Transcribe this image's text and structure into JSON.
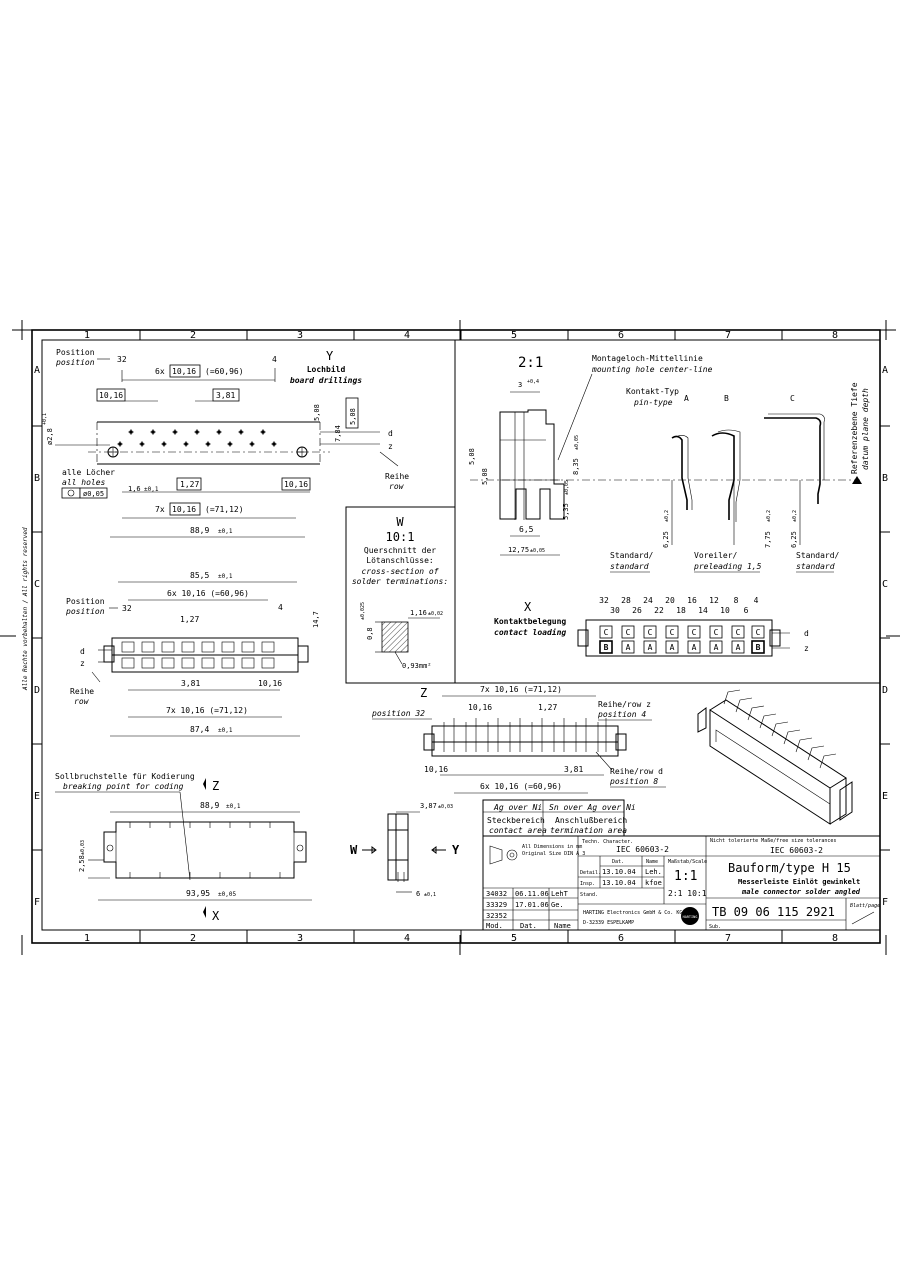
{
  "frame": {
    "columns": [
      "1",
      "2",
      "3",
      "4",
      "5",
      "6",
      "7",
      "8"
    ],
    "rows": [
      "A",
      "B",
      "C",
      "D",
      "E",
      "F"
    ],
    "side_note": "Alle Rechte vorbehalten / All rights reserved"
  },
  "view_y": {
    "title": "Y",
    "label_de": "Lochbild",
    "label_en": "board drillings",
    "position_de": "Position",
    "position_en": "position",
    "pos_32": "32",
    "pos_4": "4",
    "dim_6x": "6x",
    "dim_1016": "10,16",
    "dim_6096": "(=60,96)",
    "dim_381": "3,81",
    "dim_1016b": "10,16",
    "dim_diam": "ø2,8",
    "dim_diam_tol": "+0,1",
    "holes_de": "alle Löcher",
    "holes_en": "all holes",
    "tol_pos": "ø0,05",
    "dim_16": "1,6",
    "tol_01": "±0,1",
    "dim_127": "1,27",
    "dim_1016c": "10,16",
    "dim_7x": "7x",
    "dim_7112": "(=71,12)",
    "dim_889": "88,9",
    "dim_508a": "5,08",
    "dim_784": "7,84",
    "dim_508b": "5,08",
    "row_d": "d",
    "row_z": "z",
    "reihe_de": "Reihe",
    "reihe_en": "row"
  },
  "view_front": {
    "dim_855": "85,5",
    "dim_6x": "6x 10,16 (=60,96)",
    "position_de": "Position",
    "position_en": "position",
    "pos_32": "32",
    "pos_4": "4",
    "dim_127": "1,27",
    "dim_147": "14,7",
    "row_d": "d",
    "row_z": "z",
    "dim_381": "3,81",
    "dim_1016": "10,16",
    "reihe_de": "Reihe",
    "reihe_en": "row",
    "dim_7x": "7x 10,16 (=71,12)",
    "dim_874": "87,4",
    "tol_01": "±0,1"
  },
  "view_w": {
    "title": "W",
    "scale": "10:1",
    "label_de1": "Querschnitt der",
    "label_de2": "Lötanschlüsse:",
    "label_en1": "cross-section of",
    "label_en2": "solder terminations:",
    "dim_08": "0,8",
    "tol_025": "±0,025",
    "dim_116": "1,16",
    "tol_002": "±0,02",
    "dim_area": "0,93mm²"
  },
  "view_detail": {
    "scale": "2:1",
    "mount_de": "Montageloch-Mittellinie",
    "mount_en": "mounting hole center-line",
    "contact_de": "Kontakt-Typ",
    "contact_en": "pin-type",
    "type_a": "A",
    "type_b": "B",
    "type_c": "C",
    "ref_de": "Referenzebene Tiefe",
    "ref_en": "datum plane depth",
    "dim_3": "3",
    "dim_3_tol": "+0,4",
    "dim_508a": "5,08",
    "dim_508b": "5,08",
    "dim_835": "8,35",
    "dim_535": "5,35",
    "tol_005": "±0,05",
    "dim_65": "6,5",
    "dim_1275": "12,75",
    "dim_625a": "6,25",
    "dim_775": "7,75",
    "dim_625b": "6,25",
    "tol_02": "±0,2",
    "std_de": "Standard/",
    "std_en": "standard",
    "pre_de": "Voreiler/",
    "pre_en": "preleading 1,5",
    "std2_de": "Standard/",
    "std2_en": "standard"
  },
  "view_x": {
    "title": "X",
    "label_de": "Kontaktbelegung",
    "label_en": "contact loading",
    "top_numbers": [
      "32",
      "28",
      "24",
      "20",
      "16",
      "12",
      "8",
      "4"
    ],
    "mid_numbers": [
      "30",
      "26",
      "22",
      "18",
      "14",
      "10",
      "6"
    ],
    "row_d_cells": [
      "C",
      "C",
      "C",
      "C",
      "C",
      "C",
      "C",
      "C"
    ],
    "row_z_cells": [
      "B",
      "A",
      "A",
      "A",
      "A",
      "A",
      "A",
      "B"
    ],
    "row_d": "d",
    "row_z": "z"
  },
  "view_z": {
    "title": "Z",
    "dim_7x": "7x 10,16 (=71,12)",
    "pos_32": "position 32",
    "dim_1016": "10,16",
    "dim_127": "1,27",
    "row_z_de": "Reihe/row z",
    "row_z_en": "position 4",
    "dim_1016b": "10,16",
    "dim_381": "3,81",
    "row_d_de": "Reihe/row d",
    "row_d_en": "position 8",
    "dim_6x": "6x 10,16 (=60,96)"
  },
  "view_bottom": {
    "break_de": "Sollbruchstelle für Kodierung",
    "break_en": "breaking point for coding",
    "arrow_z": "Z",
    "arrow_x": "X",
    "dim_889": "88,9",
    "tol_01": "±0,1",
    "dim_258": "2,58",
    "tol_003": "±0,03",
    "dim_9395": "93,95",
    "tol_005": "±0,05"
  },
  "view_side": {
    "arrow_w": "W",
    "arrow_y": "Y",
    "dim_387": "3,87",
    "tol_003": "±0,03",
    "dim_6": "6",
    "tol_01": "±0,1"
  },
  "title_block": {
    "ag_ni": "Ag over Ni",
    "sn_ag_ni": "Sn over Ag over Ni",
    "steck_de": "Steckbereich",
    "steck_en": "contact area",
    "ansch_de": "Anschlußbereich",
    "ansch_en": "termination area",
    "dims_note1": "All Dimensions in mm",
    "dims_note2": "Original Size DIN A 3",
    "techn_char": "Techn. Character.",
    "iec1": "IEC 60603-2",
    "tol_note": "Nicht tolerierte Maße/free size tolerances",
    "iec2": "IEC 60603-2",
    "col_dat": "Dat.",
    "col_name": "Name",
    "col_scale": "Maßstab/Scale",
    "row_detail": "Detail.",
    "row_insp": "Insp.",
    "row_stand": "Stand.",
    "detail_date": "13.10.04",
    "detail_name": "Leh.",
    "insp_date": "13.10.04",
    "insp_name": "kfoe",
    "scale_main": "1:1",
    "scale_sub": "2:1 10:1",
    "title": "Bauform/type H 15",
    "sub_de": "Messerleiste Einlöt gewinkelt",
    "sub_en": "male connector solder angled",
    "part_no": "TB 09 06 115 2921",
    "blatt": "Blatt/page",
    "sub_label": "Sub.",
    "rev1_no": "34032",
    "rev1_date": "06.11.06",
    "rev1_name": "LehT",
    "rev2_no": "33329",
    "rev2_date": "17.01.06",
    "rev2_name": "Ge.",
    "rev3_no": "32352",
    "mod": "Mod.",
    "dat": "Dat.",
    "name": "Name",
    "company1": "HARTING Electronics GmbH & Co. KG",
    "company2": "D-32339 ESPELKAMP",
    "logo_text": "HARTING"
  }
}
